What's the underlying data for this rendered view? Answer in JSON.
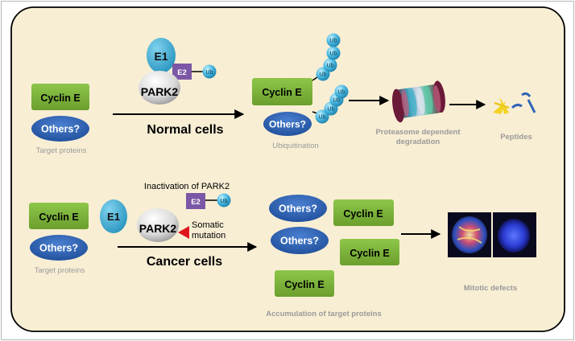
{
  "top": {
    "target_box": "Cyclin E",
    "target_oval": "Others?",
    "target_caption": "Target proteins",
    "e1": "E1",
    "e2": "E2",
    "ub": "Ub",
    "park2": "PARK2",
    "condition": "Normal cells",
    "ubiq_box": "Cyclin E",
    "ubiq_oval": "Others?",
    "ubiq_caption": "Ubiquitination",
    "proteasome_caption_line1": "Proteasome dependent",
    "proteasome_caption_line2": "degradation",
    "peptides_caption": "Peptides"
  },
  "bottom": {
    "target_box": "Cyclin E",
    "target_oval": "Others?",
    "target_caption": "Target proteins",
    "e1": "E1",
    "e2": "E2",
    "ub": "Ub",
    "park2": "PARK2",
    "inactivation": "Inactivation of PARK2",
    "somatic_line1": "Somatic",
    "somatic_line2": "mutation",
    "condition": "Cancer cells",
    "accum_oval_1": "Others?",
    "accum_oval_2": "Others?",
    "accum_box_1": "Cyclin E",
    "accum_box_2": "Cyclin E",
    "accum_box_3": "Cyclin E",
    "accum_caption": "Accumulation of target proteins",
    "mitotic_caption": "Mitotic defects"
  },
  "colors": {
    "background": "#f8eed4",
    "box_green": "#7eb33a",
    "oval_blue": "#2f64b6",
    "e1_teal": "#39a9cf",
    "e2_purple": "#7b57a6",
    "ub_blue": "#45b6df",
    "caption_gray": "#9a9a9a",
    "mutation_red": "#e0141e"
  }
}
